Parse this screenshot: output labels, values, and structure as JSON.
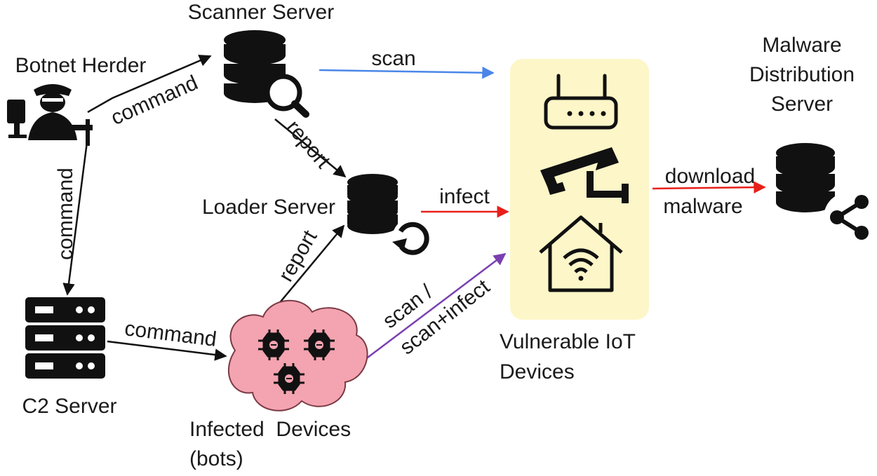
{
  "nodes": {
    "botnet_herder": "Botnet Herder",
    "scanner_server": "Scanner Server",
    "loader_server": "Loader Server",
    "c2_server": "C2 Server",
    "infected_devices": [
      "Infected  Devices",
      "(bots)"
    ],
    "vulnerable_iot": [
      "Vulnerable IoT",
      "Devices"
    ],
    "malware_server": [
      "Malware",
      "Distribution",
      "Server"
    ]
  },
  "edges": {
    "herder_to_scanner": "command",
    "herder_to_c2": "command",
    "c2_to_bots": "command",
    "scanner_to_iot": "scan",
    "scanner_to_loader": "report",
    "bots_to_loader": "report",
    "loader_to_iot": "infect",
    "bots_to_iot": [
      "scan /",
      "scan+infect"
    ],
    "iot_to_malware": [
      "download",
      "malware"
    ]
  },
  "colors": {
    "scan_arrow": "#4a86e8",
    "infect_arrow": "#e8201a",
    "scan_infect_arrow": "#7b3fb0",
    "iot_highlight": "#fdf6c8",
    "infected_cloud": "#f4a3b0",
    "icon_dark": "#111111"
  },
  "icons": [
    "hacker-icon",
    "database-search-icon",
    "database-reload-icon",
    "server-rack-icon",
    "bug-icon",
    "router-icon",
    "security-camera-icon",
    "smart-home-icon",
    "database-share-icon"
  ]
}
